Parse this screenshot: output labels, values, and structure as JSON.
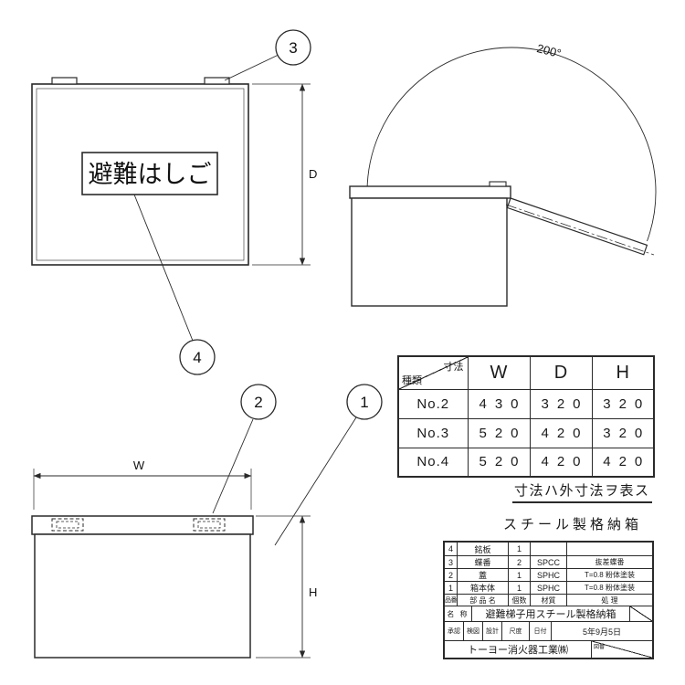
{
  "drawing": {
    "nameplate": "避難はしご",
    "angle_label": "200°",
    "dim_w": "W",
    "dim_d": "D",
    "dim_h": "H",
    "callout_1": "1",
    "callout_2": "2",
    "callout_3": "3",
    "callout_4": "4"
  },
  "dim_table": {
    "corner_top": "寸法",
    "corner_bottom": "種類",
    "columns": [
      "W",
      "D",
      "H"
    ],
    "rows": [
      {
        "name": "No.2",
        "values": [
          "430",
          "320",
          "320"
        ]
      },
      {
        "name": "No.3",
        "values": [
          "520",
          "420",
          "320"
        ]
      },
      {
        "name": "No.4",
        "values": [
          "520",
          "420",
          "420"
        ]
      }
    ],
    "note": "寸法ハ外寸法ヲ表ス"
  },
  "title_block": {
    "title": "スチール製格納箱",
    "headers": {
      "no": "品番",
      "name": "部 品 名",
      "qty": "個数",
      "material": "材質",
      "treatment": "処 理"
    },
    "parts": [
      {
        "no": "4",
        "name": "銘板",
        "qty": "1",
        "material": "",
        "treatment": ""
      },
      {
        "no": "3",
        "name": "蝶番",
        "qty": "2",
        "material": "SPCC",
        "treatment": "抜差蝶番"
      },
      {
        "no": "2",
        "name": "蓋",
        "qty": "1",
        "material": "SPHC",
        "treatment": "T=0.8 粉体塗装"
      },
      {
        "no": "1",
        "name": "箱本体",
        "qty": "1",
        "material": "SPHC",
        "treatment": "T=0.8 粉体塗装"
      }
    ],
    "name_label": "名 称",
    "name_value": "避難梯子用スチール製格納箱",
    "approval": [
      "承認",
      "検図",
      "設計"
    ],
    "scale_label": "尺度",
    "date_label": "日付",
    "date_value": "5年9月5日",
    "company": "トーヨー消火器工業㈱",
    "drawing_no_label": "図番"
  }
}
